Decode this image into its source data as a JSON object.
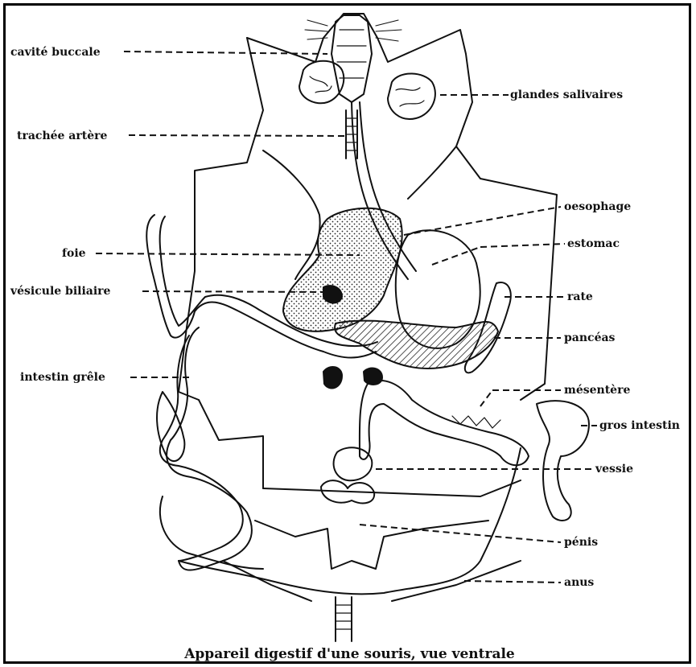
{
  "labels_left": [
    "cavité buccale",
    "trachée artère",
    "foie",
    "vésicule biliaire",
    "intestin grêle"
  ],
  "labels_right": [
    "glandes salivaires",
    "oesophage",
    "estomac",
    "rate",
    "pancéas",
    "mésentère",
    "gros intestin",
    "vessie",
    "pénis",
    "anus"
  ],
  "caption": "Appareil digestif d'une souris, vue ventrale",
  "colors": {
    "ink": "#111111",
    "paper": "#ffffff",
    "frame": "#000000"
  }
}
